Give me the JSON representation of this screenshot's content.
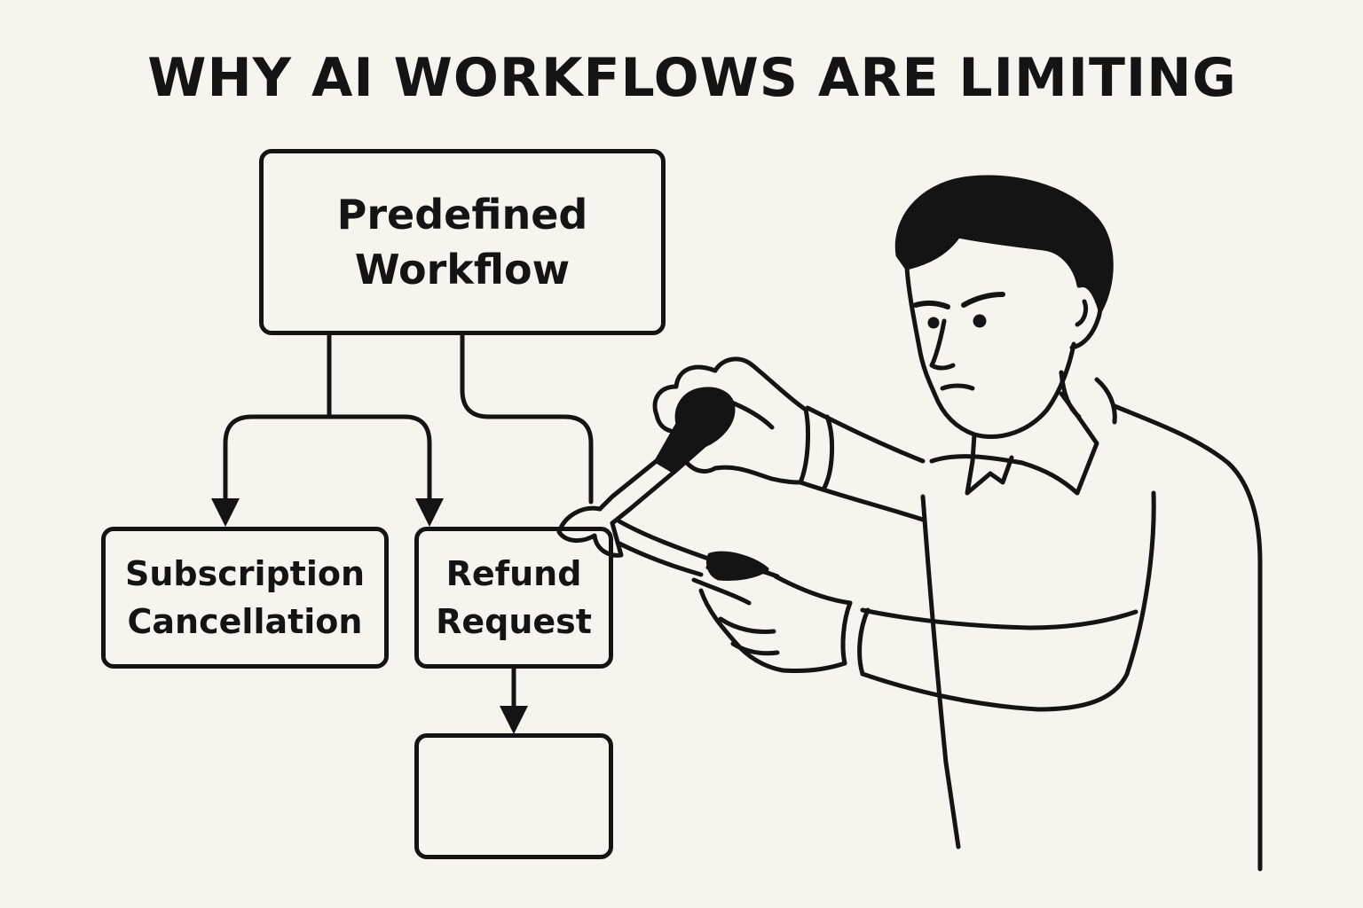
{
  "title": "WHY AI WORKFLOWS ARE LIMITING",
  "diagram": {
    "top_box": {
      "line1": "Predefined",
      "line2": "Workflow"
    },
    "left_box": {
      "line1": "Subscription",
      "line2": "Cancellation"
    },
    "right_box": {
      "line1": "Refund",
      "line2": "Request"
    },
    "bottom_box": {
      "text": ""
    }
  },
  "illustration": {
    "subject": "frustrated-man-with-wrench-icon",
    "tool": "wrench-icon"
  },
  "colors": {
    "background": "#f6f4ee",
    "ink": "#141414"
  }
}
